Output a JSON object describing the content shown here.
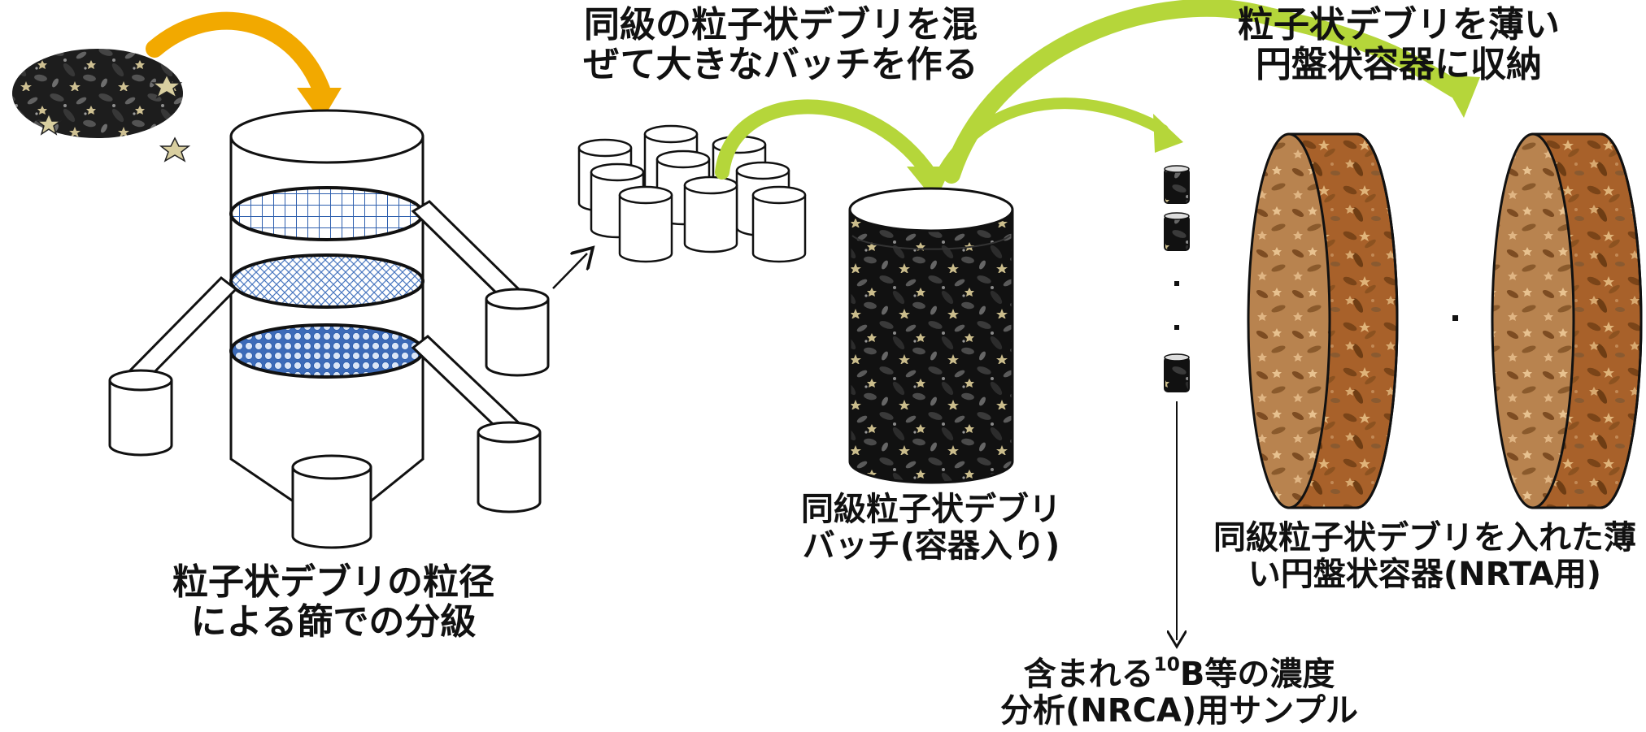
{
  "labels": {
    "sieve_caption": {
      "line1": "粒子状デブリの粒径",
      "line2": "による篩での分級"
    },
    "mix_caption": {
      "line1": "同級の粒子状デブリを混",
      "line2": "ぜて大きなバッチを作る"
    },
    "batch_caption": {
      "line1": "同級粒子状デブリ",
      "line2": "バッチ(容器入り)"
    },
    "disk_store_caption": {
      "line1": "粒子状デブリを薄い",
      "line2": "円盤状容器に収納"
    },
    "disk_caption": {
      "line1": "同級粒子状デブリを入れた薄",
      "line2": "い円盤状容器(NRTA用)"
    },
    "sample_caption": {
      "line1_pre": "含まれる",
      "line1_sup": "10",
      "line1_post": "B等の濃度",
      "line2": "分析(NRCA)用サンプル"
    }
  },
  "colors": {
    "debris_dark": "#1c1c1c",
    "debris_grey": "#6e6e6e",
    "debris_star": "#c9b98a",
    "orange_arrow": "#f2a900",
    "green_arrow": "#b5d63a",
    "disk_brown": "#a8612a",
    "disk_light": "#c9956a",
    "mesh_blue": "#2e5fae"
  }
}
